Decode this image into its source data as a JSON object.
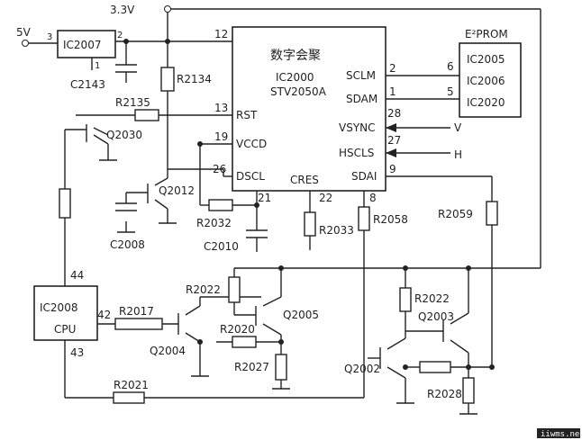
{
  "supply": {
    "v33": "3.3V",
    "v5": "5V"
  },
  "main_chip": {
    "title": "数字会聚",
    "part": "IC2000",
    "model": "STV2050A",
    "pins": {
      "sclm": "SCLM",
      "sdam": "SDAM",
      "vsync": "VSYNC",
      "hscls": "HSCLS",
      "rst": "RST",
      "vccd": "VCCD",
      "dscl": "DSCL",
      "cres": "CRES",
      "sdai": "SDAI"
    }
  },
  "pin_numbers": {
    "p2_right": "2",
    "p1": "1",
    "p28": "28",
    "p27": "27",
    "p9": "9",
    "p12": "12",
    "p13": "13",
    "p19": "19",
    "p26": "26",
    "p21": "21",
    "p22": "22",
    "p8": "8"
  },
  "eeprom": {
    "title": "E²PROM",
    "chips": [
      "IC2005",
      "IC2006",
      "IC2020"
    ],
    "pin6": "6",
    "pin5": "5"
  },
  "regulator": {
    "name": "IC2007",
    "pin3": "3",
    "pin2": "2",
    "pin1": "1"
  },
  "cpu": {
    "name": "IC2008",
    "label": "CPU",
    "pin44": "44",
    "pin42": "42",
    "pin43": "43"
  },
  "signals": {
    "v": "V",
    "h": "H"
  },
  "components": {
    "c2143": "C2143",
    "r2134": "R2134",
    "r2135": "R2135",
    "q2030": "Q2030",
    "q2012": "Q2012",
    "c2008": "C2008",
    "r2032": "R2032",
    "c2010": "C2010",
    "r2033": "R2033",
    "r2058": "R2058",
    "r2059": "R2059",
    "r2022a": "R2022",
    "r2022b": "R2022",
    "r2017": "R2017",
    "q2005": "Q2005",
    "q2004": "Q2004",
    "r2020": "R2020",
    "r2027": "R2027",
    "q2003": "Q2003",
    "q2002": "Q2002",
    "r2028": "R2028",
    "r2021": "R2021"
  },
  "watermark": "iiwms.net"
}
